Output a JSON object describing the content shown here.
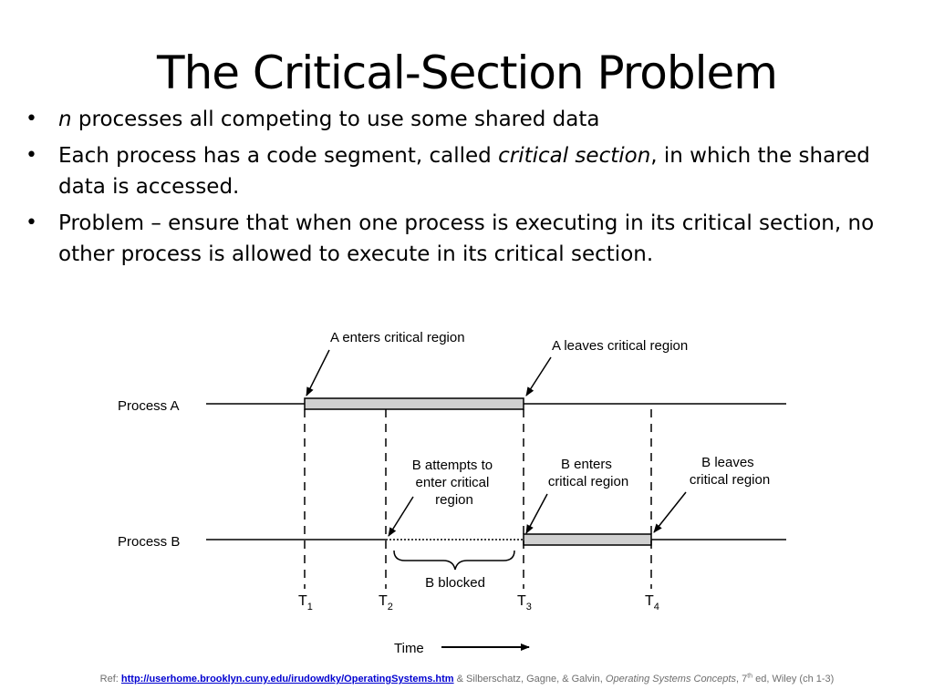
{
  "slide": {
    "title": "The Critical-Section Problem",
    "bullets": [
      {
        "pre": "",
        "em": "n",
        "post": " processes all competing to use some shared data"
      },
      {
        "pre": "Each process has a code segment, called ",
        "em": "critical section",
        "post": ", in which the shared data is accessed."
      },
      {
        "pre": "Problem – ensure that when one process is executing in its critical section, no other process is allowed to execute in its critical section.",
        "em": "",
        "post": ""
      }
    ]
  },
  "diagram": {
    "process_a_label": "Process A",
    "process_b_label": "Process B",
    "a_enters": "A enters critical region",
    "a_leaves": "A leaves critical region",
    "b_attempts": [
      "B attempts to",
      "enter critical",
      "region"
    ],
    "b_enters": [
      "B enters",
      "critical region"
    ],
    "b_leaves": [
      "B leaves",
      "critical region"
    ],
    "b_blocked": "B blocked",
    "time_label": "Time",
    "ticks": [
      {
        "base": "T",
        "sub": "1"
      },
      {
        "base": "T",
        "sub": "2"
      },
      {
        "base": "T",
        "sub": "3"
      },
      {
        "base": "T",
        "sub": "4"
      }
    ],
    "colors": {
      "critical_fill": "#d0d0d0"
    }
  },
  "footer": {
    "ref_label": "Ref: ",
    "link_text": "http://userhome.brooklyn.cuny.edu/irudowdky/OperatingSystems.htm",
    "authors": "  & Silberschatz, Gagne, & Galvin, ",
    "book": "Operating Systems Concepts",
    "edition_pre": ", 7",
    "edition_sup": "th",
    "edition_post": " ed, Wiley (ch 1-3)"
  }
}
